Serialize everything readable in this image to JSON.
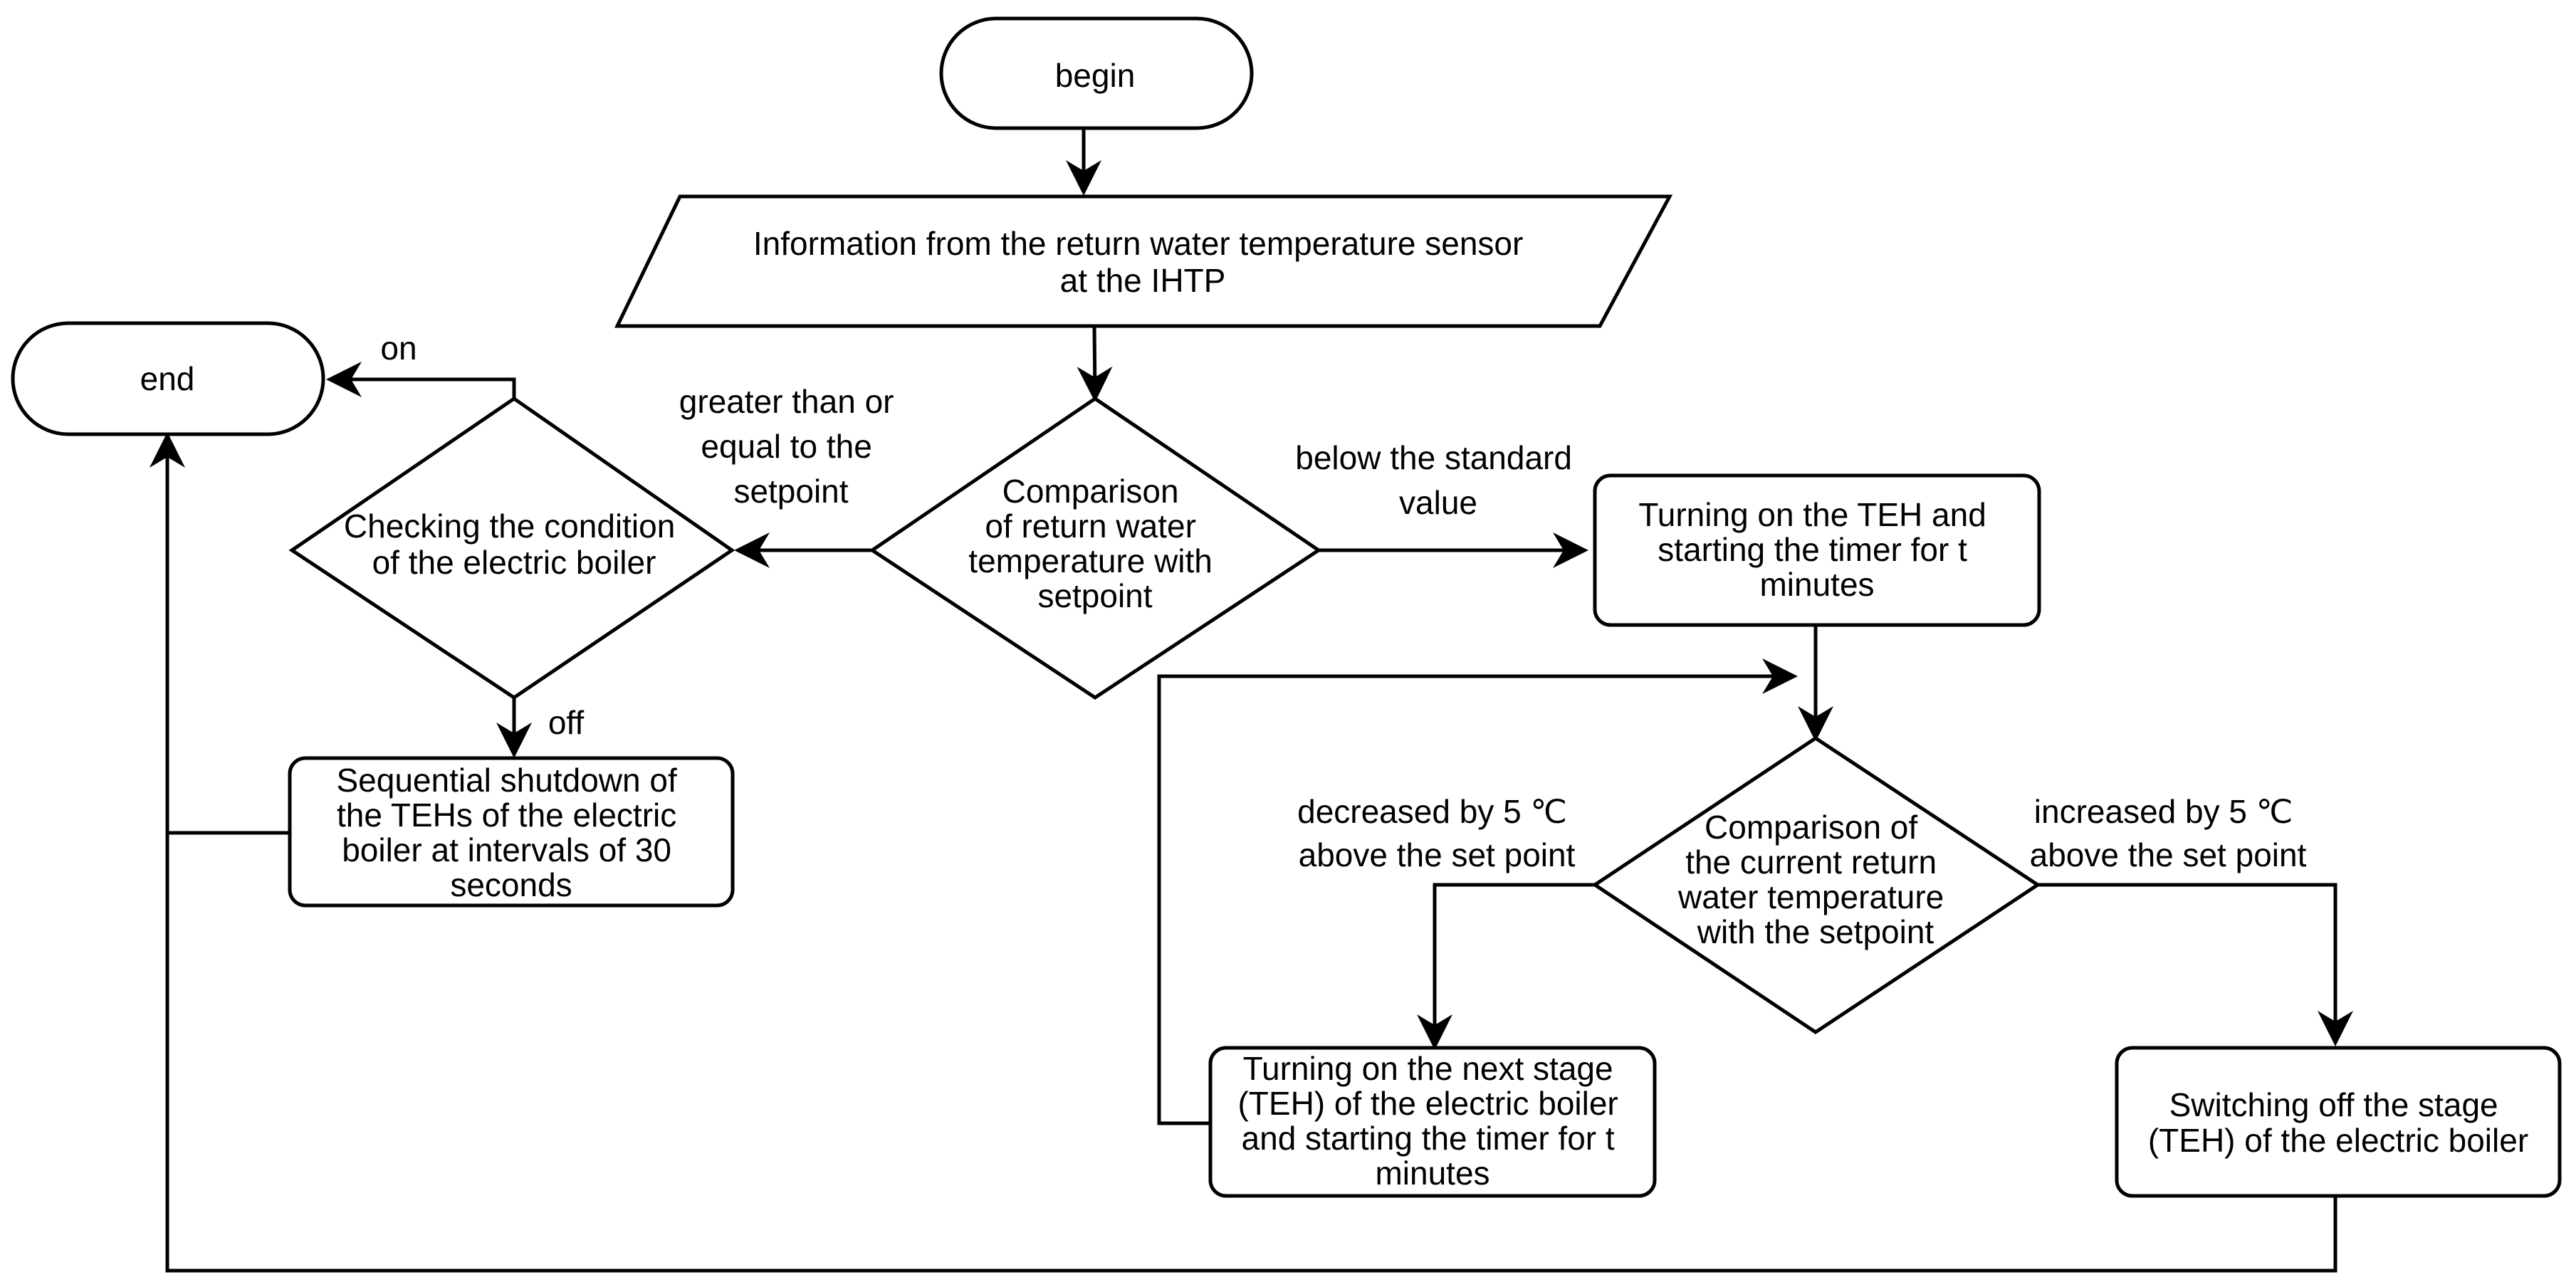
{
  "nodes": {
    "begin": {
      "text": [
        "begin"
      ]
    },
    "input": {
      "text": [
        "Information from the return water temperature sensor",
        "at the IHTP"
      ]
    },
    "end": {
      "text": [
        "end"
      ]
    },
    "compare_setpoint": {
      "text": [
        "Comparison",
        "of return water",
        "temperature with",
        "setpoint"
      ]
    },
    "check_boiler": {
      "text": [
        "Checking the condition",
        "of the electric boiler"
      ]
    },
    "shutdown": {
      "text": [
        "Sequential shutdown of",
        "the TEHs of the electric",
        "boiler at intervals of 30",
        "seconds"
      ]
    },
    "turn_on_teh": {
      "text": [
        "Turning on the TEH and",
        "starting the timer for t",
        "minutes"
      ]
    },
    "compare_current": {
      "text": [
        "Comparison of",
        "the current return",
        "water temperature",
        "with the setpoint"
      ]
    },
    "next_stage": {
      "text": [
        "Turning on the next stage",
        "(TEH) of the electric boiler",
        "and starting the timer for t",
        "minutes"
      ]
    },
    "switch_off": {
      "text": [
        "Switching off the stage",
        "(TEH) of the electric boiler"
      ]
    }
  },
  "edge_labels": {
    "greater": [
      "greater than or",
      "equal to the",
      "setpoint"
    ],
    "below": [
      "below the standard",
      "value"
    ],
    "on": [
      "on"
    ],
    "off": [
      "off"
    ],
    "decreased": [
      "decreased by 5 ℃",
      "above the set point"
    ],
    "increased": [
      "increased by 5 ℃",
      "above the set point"
    ]
  }
}
